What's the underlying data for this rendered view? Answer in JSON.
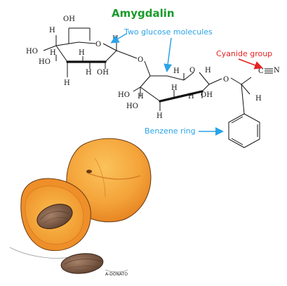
{
  "title": "Amygdalin",
  "labels": {
    "glucose": "Two glucose molecules",
    "cyanide": "Cyanide group",
    "benzene": "Benzene ring"
  },
  "atoms": {
    "oh": "OH",
    "ho": "HO",
    "h": "H",
    "o": "O",
    "c": "C",
    "n": "N"
  },
  "signature": "A-DONATO",
  "colors": {
    "title": "#1a9a2a",
    "callout_blue": "#2aa3e8",
    "callout_red": "#e52222",
    "apricot_skin": "#f2a23a",
    "apricot_flesh": "#f6ae3c",
    "pit": "#7a5a45"
  }
}
